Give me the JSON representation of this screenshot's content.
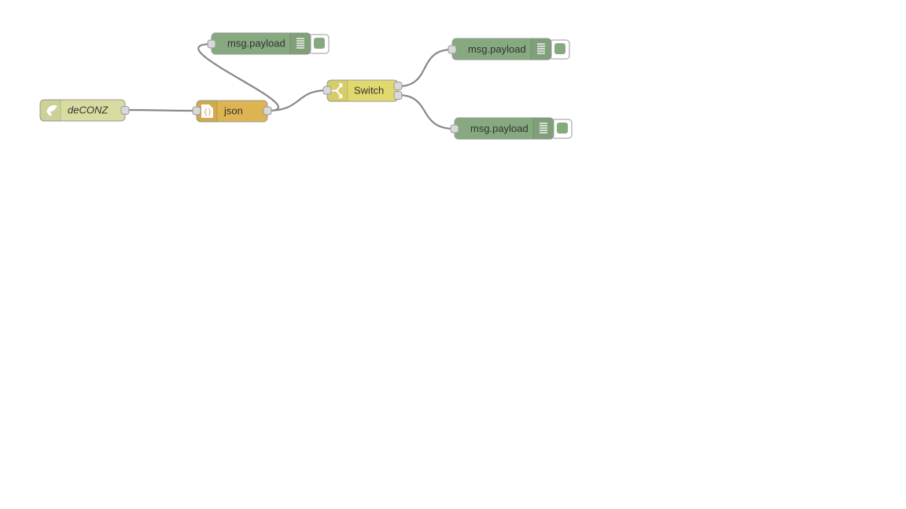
{
  "canvas": {
    "background": "#ffffff",
    "wire_color": "#888888"
  },
  "nodes": {
    "deconz": {
      "label": "deCONZ",
      "color": "#d9dca0",
      "icon": "deconz-bird-icon"
    },
    "json": {
      "label": "json",
      "color": "#dcb451",
      "icon": "json-braces-icon"
    },
    "switch": {
      "label": "Switch",
      "color": "#e2d96e",
      "icon": "switch-icon"
    },
    "debug_top": {
      "label": "msg.payload",
      "color": "#87a980",
      "icon": "debug-list-icon"
    },
    "debug_right_top": {
      "label": "msg.payload",
      "color": "#87a980",
      "icon": "debug-list-icon"
    },
    "debug_right_bottom": {
      "label": "msg.payload",
      "color": "#87a980",
      "icon": "debug-list-icon"
    }
  }
}
